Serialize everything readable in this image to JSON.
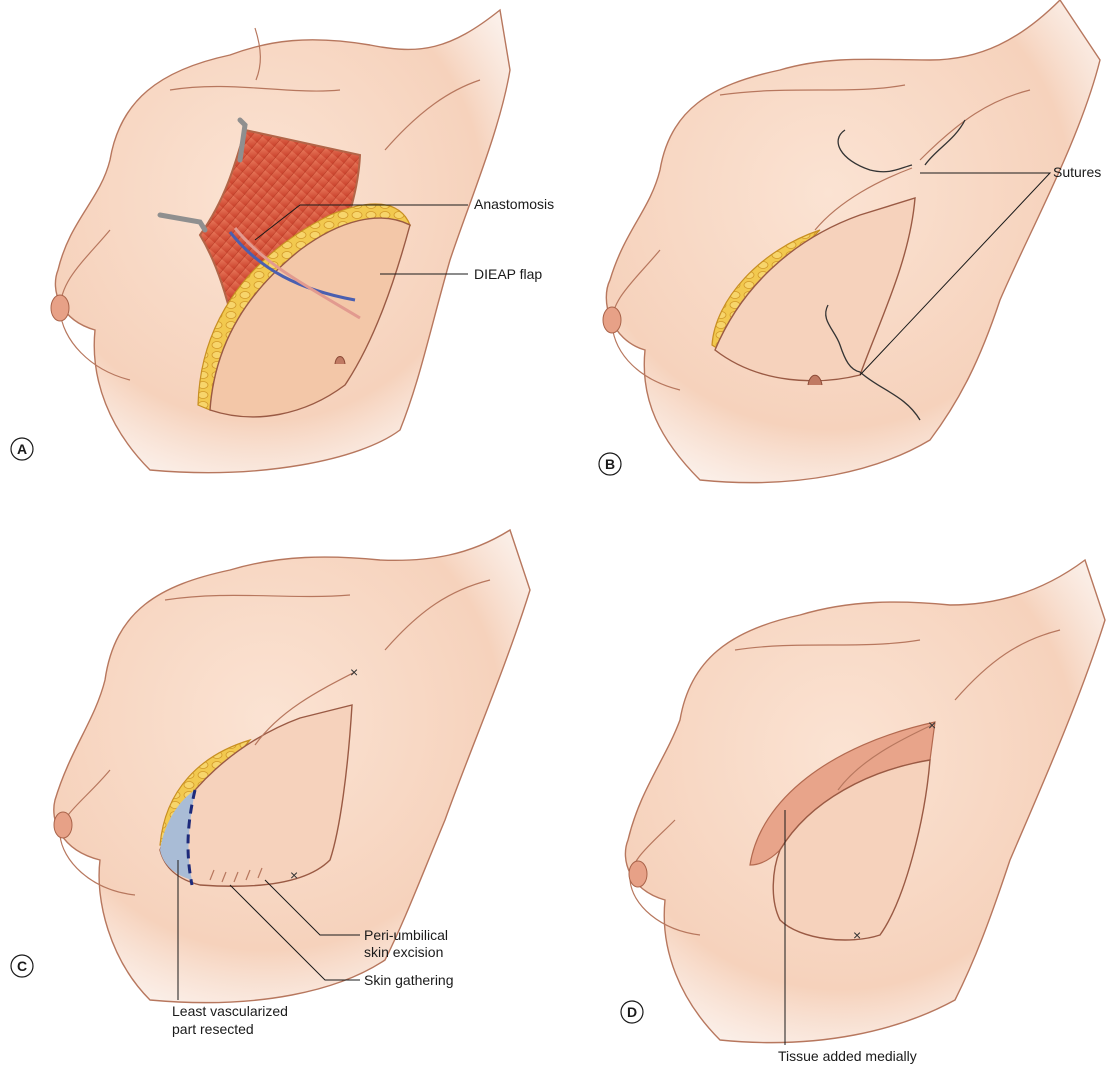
{
  "panels": [
    {
      "id": "A",
      "labels": {
        "anastomosis": "Anastomosis",
        "flap": "DIEAP flap"
      }
    },
    {
      "id": "B",
      "labels": {
        "sutures": "Sutures"
      }
    },
    {
      "id": "C",
      "labels": {
        "excision_line1": "Peri-umbilical",
        "excision_line2": "skin excision",
        "gathering": "Skin gathering",
        "resected_line1": "Least vascularized",
        "resected_line2": "part resected"
      }
    },
    {
      "id": "D",
      "labels": {
        "tissue": "Tissue added medially"
      }
    }
  ],
  "colors": {
    "skin": "#f6d4bf",
    "skin_shadow": "#eab79c",
    "fat": "#f0c64b",
    "muscle": "#d9573d",
    "flap_band": "#e8a48a",
    "resected": "#a9bcd6",
    "dashed_line": "#1d2a7a"
  }
}
